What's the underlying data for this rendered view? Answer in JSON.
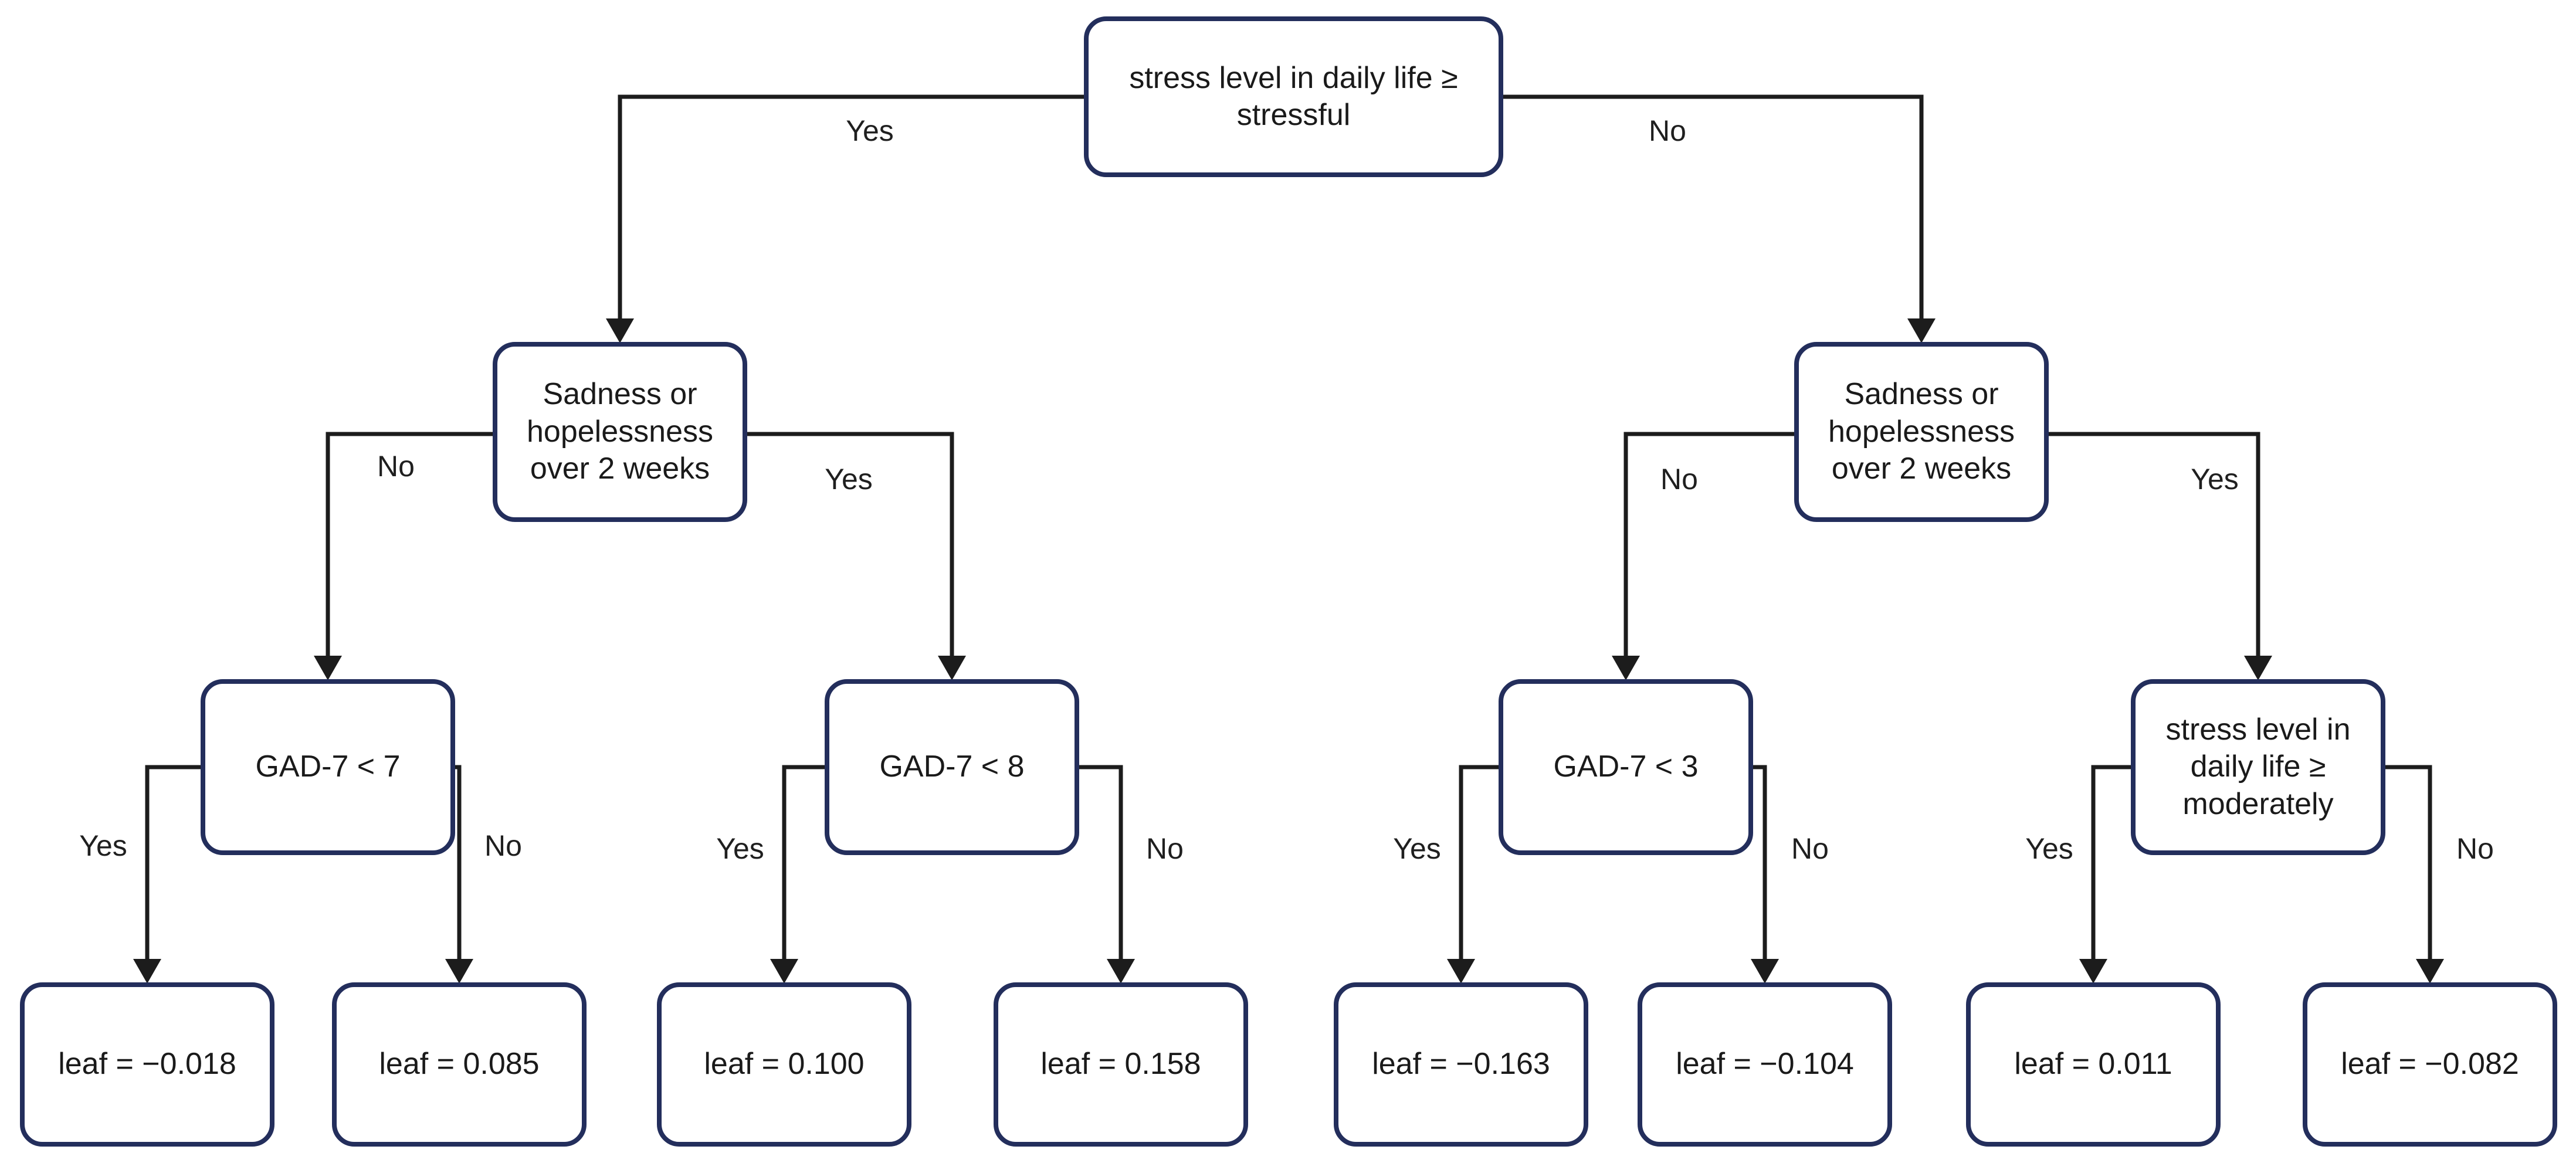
{
  "figure_type": "decision-tree-diagram",
  "colors": {
    "background": "#ffffff",
    "node_border": "#232e5c",
    "connector_line": "#1c1c1c",
    "text": "#1a1a1a"
  },
  "nodes": [
    {
      "id": "root",
      "level": 0,
      "kind": "question",
      "label": "stress level in daily life ≥ stressful"
    },
    {
      "id": "sadness-left",
      "level": 1,
      "kind": "question",
      "label": "Sadness or hopelessness over 2 weeks"
    },
    {
      "id": "sadness-right",
      "level": 1,
      "kind": "question",
      "label": "Sadness or hopelessness over 2 weeks"
    },
    {
      "id": "gad7-lt-7",
      "level": 2,
      "kind": "question",
      "label": "GAD-7 < 7"
    },
    {
      "id": "gad7-lt-8",
      "level": 2,
      "kind": "question",
      "label": "GAD-7 < 8"
    },
    {
      "id": "gad7-lt-3",
      "level": 2,
      "kind": "question",
      "label": "GAD-7 < 3"
    },
    {
      "id": "stress-moderately",
      "level": 2,
      "kind": "question",
      "label": "stress level in daily life ≥ moderately"
    },
    {
      "id": "leaf-1",
      "level": 3,
      "kind": "leaf",
      "value": -0.018,
      "label": "leaf = −0.018"
    },
    {
      "id": "leaf-2",
      "level": 3,
      "kind": "leaf",
      "value": 0.085,
      "label": "leaf = 0.085"
    },
    {
      "id": "leaf-3",
      "level": 3,
      "kind": "leaf",
      "value": 0.1,
      "label": "leaf = 0.100"
    },
    {
      "id": "leaf-4",
      "level": 3,
      "kind": "leaf",
      "value": 0.158,
      "label": "leaf = 0.158"
    },
    {
      "id": "leaf-5",
      "level": 3,
      "kind": "leaf",
      "value": -0.163,
      "label": "leaf = −0.163"
    },
    {
      "id": "leaf-6",
      "level": 3,
      "kind": "leaf",
      "value": -0.104,
      "label": "leaf = −0.104"
    },
    {
      "id": "leaf-7",
      "level": 3,
      "kind": "leaf",
      "value": 0.011,
      "label": "leaf = 0.011"
    },
    {
      "id": "leaf-8",
      "level": 3,
      "kind": "leaf",
      "value": -0.082,
      "label": "leaf = −0.082"
    }
  ],
  "edges": [
    {
      "from": "root",
      "to": "sadness-left",
      "label": "Yes"
    },
    {
      "from": "root",
      "to": "sadness-right",
      "label": "No"
    },
    {
      "from": "sadness-left",
      "to": "gad7-lt-7",
      "label": "No"
    },
    {
      "from": "sadness-left",
      "to": "gad7-lt-8",
      "label": "Yes"
    },
    {
      "from": "sadness-right",
      "to": "gad7-lt-3",
      "label": "No"
    },
    {
      "from": "sadness-right",
      "to": "stress-moderately",
      "label": "Yes"
    },
    {
      "from": "gad7-lt-7",
      "to": "leaf-1",
      "label": "Yes"
    },
    {
      "from": "gad7-lt-7",
      "to": "leaf-2",
      "label": "No"
    },
    {
      "from": "gad7-lt-8",
      "to": "leaf-3",
      "label": "Yes"
    },
    {
      "from": "gad7-lt-8",
      "to": "leaf-4",
      "label": "No"
    },
    {
      "from": "gad7-lt-3",
      "to": "leaf-5",
      "label": "Yes"
    },
    {
      "from": "gad7-lt-3",
      "to": "leaf-6",
      "label": "No"
    },
    {
      "from": "stress-moderately",
      "to": "leaf-7",
      "label": "Yes"
    },
    {
      "from": "stress-moderately",
      "to": "leaf-8",
      "label": "No"
    }
  ]
}
